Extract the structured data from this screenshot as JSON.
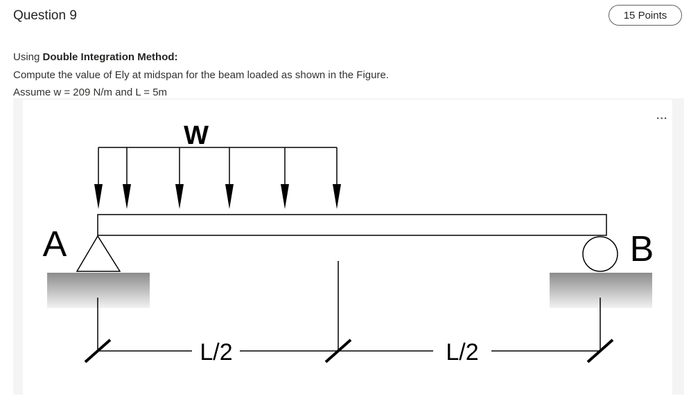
{
  "question": {
    "title": "Question 9",
    "points": "15 Points",
    "prompt_prefix": "Using ",
    "prompt_method": "Double Integration Method:",
    "prompt_line2": "Compute the value of Ely at midspan for the beam loaded as shown in the Figure.",
    "prompt_line3": "Assume w = 209 N/m and L = 5m"
  },
  "figure": {
    "more_menu": "...",
    "load_label": "W",
    "support_left_label": "A",
    "support_right_label": "B",
    "dim_left_label": "L/2",
    "dim_right_label": "L/2"
  }
}
